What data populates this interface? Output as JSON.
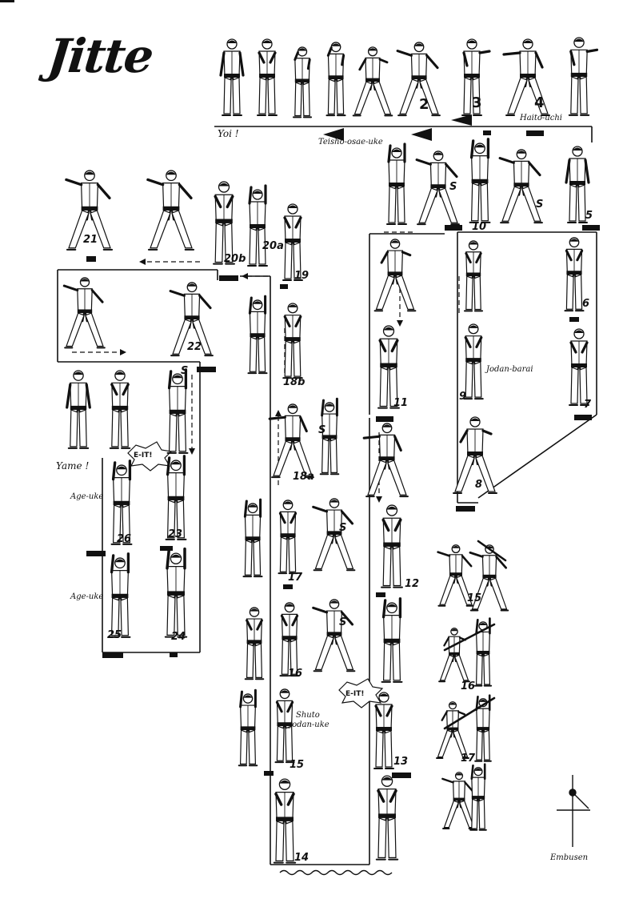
{
  "title": "Jitte",
  "labels": {
    "yoi": "Yoi !",
    "teisho_osae_uke": "Teisho-osae-uke",
    "haito_uchi": "Haito-uchi",
    "yame": "Yame !",
    "age_uke_1": "Age-uke",
    "age_uke_2": "Age-uke",
    "jodan_barai": "Jodan-barai",
    "shuto_jodan_uke_1": "Shuto",
    "shuto_jodan_uke_2": "jodan-uke",
    "embusen": "Embusen",
    "kiai_1": "E-IT!",
    "kiai_2": "E-IT!"
  },
  "steps": {
    "s2": "2",
    "s3": "3",
    "s4": "4",
    "s5": "5",
    "s6": "6",
    "s7": "7",
    "s8": "8",
    "s9": "9",
    "s10": "10",
    "s11": "11",
    "s12": "12",
    "s13": "13",
    "s14": "14",
    "s15": "15",
    "s16": "16",
    "s17": "17",
    "s18a": "18a",
    "s18b": "18b",
    "s19": "19",
    "s20a": "20a",
    "s20b": "20b",
    "s21": "21",
    "s22": "22",
    "s23": "23",
    "s24": "24",
    "s25": "25",
    "s26": "26",
    "b15": "15",
    "b16": "16",
    "b17": "17",
    "sym_s1": "S",
    "sym_s2": "S",
    "sym_s3": "S",
    "sym_s4": "S",
    "sym_s5": "S",
    "sym_s6": "S"
  },
  "colors": {
    "ink": "#111111",
    "paper": "#ffffff"
  }
}
